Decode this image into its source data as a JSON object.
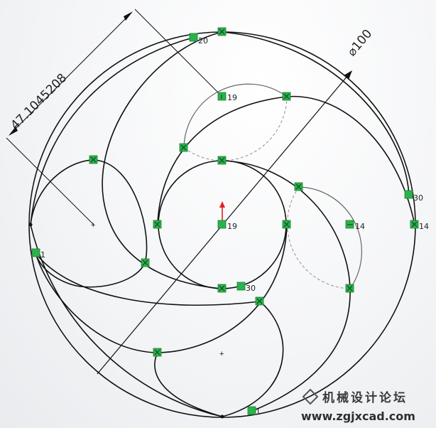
{
  "sketch": {
    "dim_diameter": "⌀100",
    "dim_radius": "47.1045208",
    "relations": [
      {
        "id": "lbl-20a",
        "text": "20"
      },
      {
        "id": "lbl-19a",
        "text": "19"
      },
      {
        "id": "lbl-19b",
        "text": "19"
      },
      {
        "id": "lbl-14a",
        "text": "14"
      },
      {
        "id": "lbl-14b",
        "text": "14"
      },
      {
        "id": "lbl-30a",
        "text": "30"
      },
      {
        "id": "lbl-30b",
        "text": "30"
      },
      {
        "id": "lbl-1a",
        "text": "1"
      },
      {
        "id": "lbl-1b",
        "text": "1"
      }
    ]
  },
  "watermark": {
    "text": "机械设计论坛",
    "url": "www.zgjxcad.com"
  },
  "colors": {
    "line": "#111111",
    "construction": "#9a9a9a",
    "relation_green": "#2bb24c",
    "origin_red": "#e02020"
  }
}
